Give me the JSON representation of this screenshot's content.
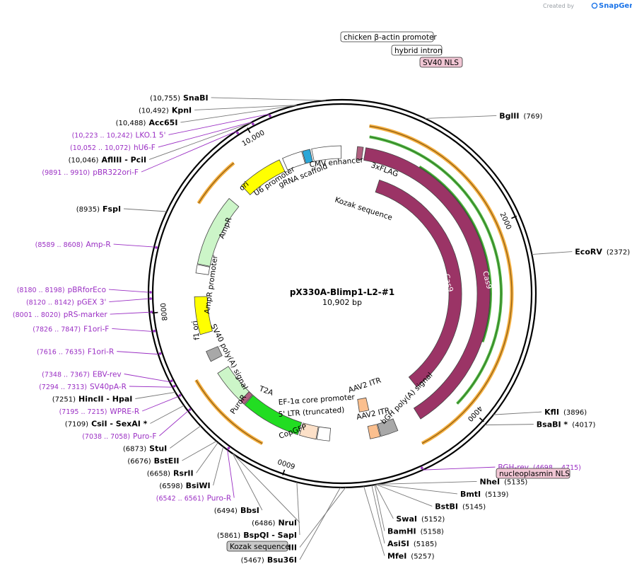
{
  "app": {
    "credit_prefix": "Created by",
    "brand": "SnapGene"
  },
  "plasmid": {
    "name": "pX330A-Blimp1-L2-#1",
    "size_label": "10,902 bp",
    "length": 10902
  },
  "tick_labels": [
    {
      "pos": 2000,
      "label": "2000"
    },
    {
      "pos": 4000,
      "label": "4000"
    },
    {
      "pos": 6000,
      "label": "6000"
    },
    {
      "pos": 8000,
      "label": "8000"
    },
    {
      "pos": 10000,
      "label": "10,000"
    }
  ],
  "sites": [
    {
      "name": "SnaBI",
      "pos": "(10,755)",
      "side": "L",
      "anchor": 10755
    },
    {
      "name": "KpnI",
      "pos": "(10,492)",
      "side": "L",
      "anchor": 10492
    },
    {
      "name": "Acc65I",
      "pos": "(10,488)",
      "side": "L",
      "anchor": 10488
    },
    {
      "name": "AflIII  - PciI",
      "pos": "(10,046)",
      "side": "L",
      "anchor": 10046
    },
    {
      "name": "FspI",
      "pos": "(8935)",
      "side": "L",
      "anchor": 8935
    },
    {
      "name": "HincII  - HpaI",
      "pos": "(7251)",
      "side": "L",
      "anchor": 7251
    },
    {
      "name": "CsiI  - SexAI *",
      "pos": "(7109)",
      "side": "L",
      "anchor": 7109
    },
    {
      "name": "StuI",
      "pos": "(6873)",
      "side": "L",
      "anchor": 6873
    },
    {
      "name": "BstEII",
      "pos": "(6676)",
      "side": "L",
      "anchor": 6676
    },
    {
      "name": "RsrII",
      "pos": "(6658)",
      "side": "L",
      "anchor": 6658
    },
    {
      "name": "BsiWI",
      "pos": "(6598)",
      "side": "L",
      "anchor": 6598
    },
    {
      "name": "BbsI",
      "pos": "(6494)",
      "side": "L",
      "anchor": 6494
    },
    {
      "name": "NruI",
      "pos": "(6486)",
      "side": "L",
      "anchor": 6486
    },
    {
      "name": "BspQI  - SapI",
      "pos": "(5861)",
      "side": "L",
      "anchor": 5861
    },
    {
      "name": "Bsu36I",
      "pos": "(5467)",
      "side": "L",
      "anchor": 5467
    },
    {
      "name": "HindIII",
      "pos": "(5420)",
      "side": "L",
      "anchor": 5420
    },
    {
      "name": "MfeI",
      "pos": "(5257)",
      "side": "R",
      "anchor": 5257
    },
    {
      "name": "AsiSI",
      "pos": "(5185)",
      "side": "R",
      "anchor": 5185
    },
    {
      "name": "BamHI",
      "pos": "(5158)",
      "side": "R",
      "anchor": 5158
    },
    {
      "name": "SwaI",
      "pos": "(5152)",
      "side": "R",
      "anchor": 5152
    },
    {
      "name": "BstBI",
      "pos": "(5145)",
      "side": "R",
      "anchor": 5145
    },
    {
      "name": "BmtI",
      "pos": "(5139)",
      "side": "R",
      "anchor": 5139
    },
    {
      "name": "NheI",
      "pos": "(5135)",
      "side": "R",
      "anchor": 5135
    },
    {
      "name": "BsaBI *",
      "pos": "(4017)",
      "side": "R",
      "anchor": 4017
    },
    {
      "name": "KflI",
      "pos": "(3896)",
      "side": "R",
      "anchor": 3896
    },
    {
      "name": "EcoRV",
      "pos": "(2372)",
      "side": "R",
      "anchor": 2372
    },
    {
      "name": "BglII",
      "pos": "(769)",
      "side": "R",
      "anchor": 769
    }
  ],
  "primers": [
    {
      "name": "LKO.1 5'",
      "range": "(10,223 .. 10,242)",
      "side": "L",
      "anchor": 10232
    },
    {
      "name": "hU6-F",
      "range": "(10,052 .. 10,072)",
      "side": "L",
      "anchor": 10062
    },
    {
      "name": "pBR322ori-F",
      "range": "(9891 .. 9910)",
      "side": "L",
      "anchor": 9900
    },
    {
      "name": "Amp-R",
      "range": "(8589 .. 8608)",
      "side": "L",
      "anchor": 8598
    },
    {
      "name": "pBRforEco",
      "range": "(8180 .. 8198)",
      "side": "L",
      "anchor": 8189
    },
    {
      "name": "pGEX 3'",
      "range": "(8120 .. 8142)",
      "side": "L",
      "anchor": 8131
    },
    {
      "name": "pRS-marker",
      "range": "(8001 .. 8020)",
      "side": "L",
      "anchor": 8010
    },
    {
      "name": "F1ori-F",
      "range": "(7826 .. 7847)",
      "side": "L",
      "anchor": 7836
    },
    {
      "name": "F1ori-R",
      "range": "(7616 .. 7635)",
      "side": "L",
      "anchor": 7625
    },
    {
      "name": "EBV-rev",
      "range": "(7348 .. 7367)",
      "side": "L",
      "anchor": 7357
    },
    {
      "name": "SV40pA-R",
      "range": "(7294 .. 7313)",
      "side": "L",
      "anchor": 7303
    },
    {
      "name": "WPRE-R",
      "range": "(7195 .. 7215)",
      "side": "L",
      "anchor": 7205
    },
    {
      "name": "Puro-F",
      "range": "(7038 .. 7058)",
      "side": "L",
      "anchor": 7048
    },
    {
      "name": "Puro-R",
      "range": "(6542 .. 6561)",
      "side": "L",
      "anchor": 6551
    },
    {
      "name": "BGH-rev",
      "range": "(4698 .. 4715)",
      "side": "R",
      "anchor": 4706
    }
  ],
  "boxed_labels": [
    {
      "text": "chicken β-actin promoter",
      "style": "white"
    },
    {
      "text": "hybrid intron",
      "style": "white"
    },
    {
      "text": "SV40 NLS",
      "style": "pink"
    },
    {
      "text": "nucleoplasmin NLS",
      "style": "pink"
    },
    {
      "text": "Kozak sequence",
      "style": "gray"
    }
  ],
  "features": [
    {
      "label": "CMV enhancer",
      "start": 10540,
      "end": 10890,
      "color": "#ffffff",
      "ring": 200
    },
    {
      "label": "gRNA scaffold",
      "start": 10430,
      "end": 10520,
      "color": "#2aa7d8",
      "ring": 200
    },
    {
      "label": "U6 promoter",
      "start": 10180,
      "end": 10420,
      "color": "#ffffff",
      "ring": 200
    },
    {
      "label": "ori",
      "start": 9600,
      "end": 10140,
      "color": "#ffff00",
      "ring": 200
    },
    {
      "label": "AmpR",
      "start": 8530,
      "end": 9390,
      "color": "#ccf5c8",
      "ring": 200
    },
    {
      "label": "AmpR promoter",
      "start": 8420,
      "end": 8520,
      "color": "#ffffff",
      "ring": 200
    },
    {
      "label": "f1 ori",
      "start": 7690,
      "end": 8140,
      "color": "#ffff00",
      "ring": 200
    },
    {
      "label": "SV40 poly(A) signal",
      "start": 7350,
      "end": 7480,
      "color": "#a8a8a8",
      "ring": 200
    },
    {
      "label": "PuroR",
      "start": 6770,
      "end": 7190,
      "color": "#ccf5c8",
      "ring": 200
    },
    {
      "label": "T2A",
      "start": 6710,
      "end": 6770,
      "color": "#b06080",
      "ring": 200
    },
    {
      "label": "CopGFP",
      "start": 5980,
      "end": 6700,
      "color": "#22dd22",
      "ring": 200
    },
    {
      "label": "EF-1α core promoter",
      "start": 5760,
      "end": 5960,
      "color": "#fce0c8",
      "ring": 200
    },
    {
      "label": "5' LTR (truncated)",
      "start": 5600,
      "end": 5750,
      "color": "#ffffff",
      "ring": 200
    },
    {
      "label": "AAV2 ITR",
      "start": 5000,
      "end": 5120,
      "color": "#fbbf8e",
      "ring": 200
    },
    {
      "label": "bGH poly(A) signal",
      "start": 4780,
      "end": 4990,
      "color": "#a8a8a8",
      "ring": 200
    },
    {
      "label": "3xFLAG",
      "start": 180,
      "end": 250,
      "color": "#b06080",
      "ring": 200
    },
    {
      "label": "Cas9",
      "start": 280,
      "end": 4480,
      "color": "#9b3466",
      "ring": 200
    },
    {
      "label": "Cas9",
      "start": 550,
      "end": 4280,
      "color": "#9b3466",
      "ring": 160
    },
    {
      "label": "AAV2 ITR",
      "start": 5060,
      "end": 5200,
      "color": "#fbbf8e",
      "ring": 160
    }
  ],
  "feature_labels": {
    "cmv": "CMV enhancer",
    "grna": "gRNA scaffold",
    "u6": "U6 promoter",
    "ori": "ori",
    "ampr": "AmpR",
    "ampr_prom": "AmpR promoter",
    "f1": "f1 ori",
    "sv40pa": "SV40 poly(A) signal",
    "puror": "PuroR",
    "t2a": "T2A",
    "copgfp": "CopGFP",
    "ef1a": "EF-1α core promoter",
    "ltr": "5' LTR (truncated)",
    "aav2_outer": "AAV2 ITR",
    "aav2_inner": "AAV2 ITR",
    "bgh": "bGH poly(A) signal",
    "flag": "3xFLAG",
    "kozak": "Kozak sequence",
    "cas9_outer": "Cas9",
    "cas9_inner": "Cas9"
  },
  "colors": {
    "backbone": "#000000",
    "cds_dark": "#9b3466",
    "orange_arc": "#f5b041",
    "green_arc": "#52b842",
    "primer": "#9b30c4",
    "pink_box": "#f1c6d4"
  }
}
